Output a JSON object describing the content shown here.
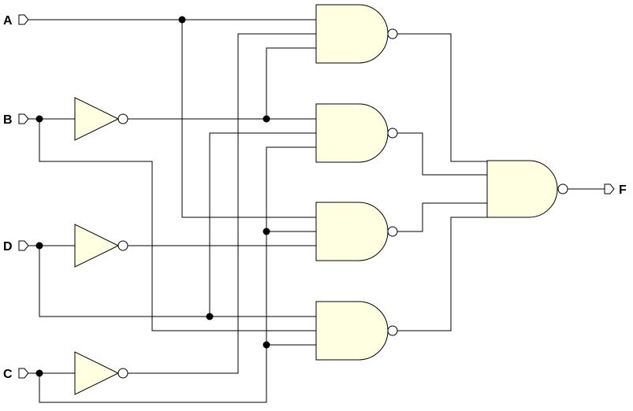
{
  "inputs": [
    {
      "name": "A"
    },
    {
      "name": "B"
    },
    {
      "name": "D"
    },
    {
      "name": "C"
    }
  ],
  "output": {
    "name": "F"
  },
  "colors": {
    "gate_fill": "#FFFFE1",
    "wire": "#000000",
    "background": "#FFFFFF"
  }
}
